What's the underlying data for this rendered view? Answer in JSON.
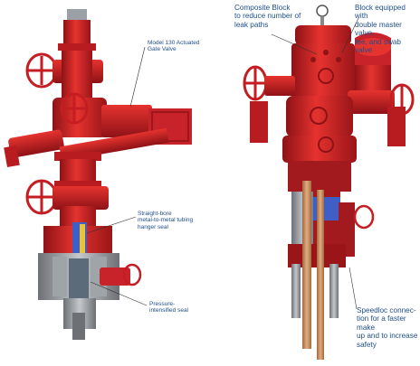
{
  "labels": {
    "gate_valve": "Model 130 Actuated\nGate Valve",
    "straight_bore": "Straight-bore\nmetal-to-metal tubing\nhanger seal",
    "pressure_seal": "Pressure-\nintensified seal",
    "composite_block": "Composite Block\nto reduce number of\nleak paths",
    "block_equipped": "Block equipped with\ndouble master valve,\ntee, and swab valve",
    "speedloc": "Speedloc    connec-\ntion for a faster make\nup and to increase\nsafety"
  },
  "colors": {
    "valve_red": "#d21f24",
    "valve_dark_red": "#8e1216",
    "steel_gray": "#8c8f93",
    "label_blue": "#1f4e8a",
    "seal_blue": "#3f5fc4",
    "tubing_copper": "#c98a5a"
  }
}
